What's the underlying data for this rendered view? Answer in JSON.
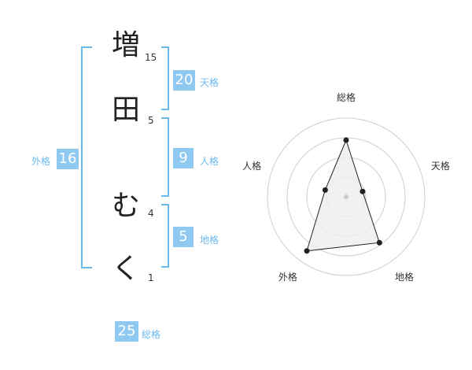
{
  "characters": [
    {
      "char": "増",
      "strokes": "15"
    },
    {
      "char": "田",
      "strokes": "5"
    },
    {
      "char": "む",
      "strokes": "4"
    },
    {
      "char": "く",
      "strokes": "1"
    }
  ],
  "scores": {
    "tenkaku": {
      "value": "20",
      "label": "天格"
    },
    "jinkaku": {
      "value": "9",
      "label": "人格"
    },
    "chikaku": {
      "value": "5",
      "label": "地格"
    },
    "gaikaku": {
      "value": "16",
      "label": "外格"
    },
    "soukaku": {
      "value": "25",
      "label": "総格"
    }
  },
  "colors": {
    "bracket": "#6ab9ec",
    "box": "#8fc9f2"
  },
  "chart_data": {
    "type": "radar",
    "axes": [
      "総格",
      "天格",
      "地格",
      "外格",
      "人格"
    ],
    "values": [
      0.72,
      0.22,
      0.72,
      0.85,
      0.28
    ],
    "rings": 4
  }
}
